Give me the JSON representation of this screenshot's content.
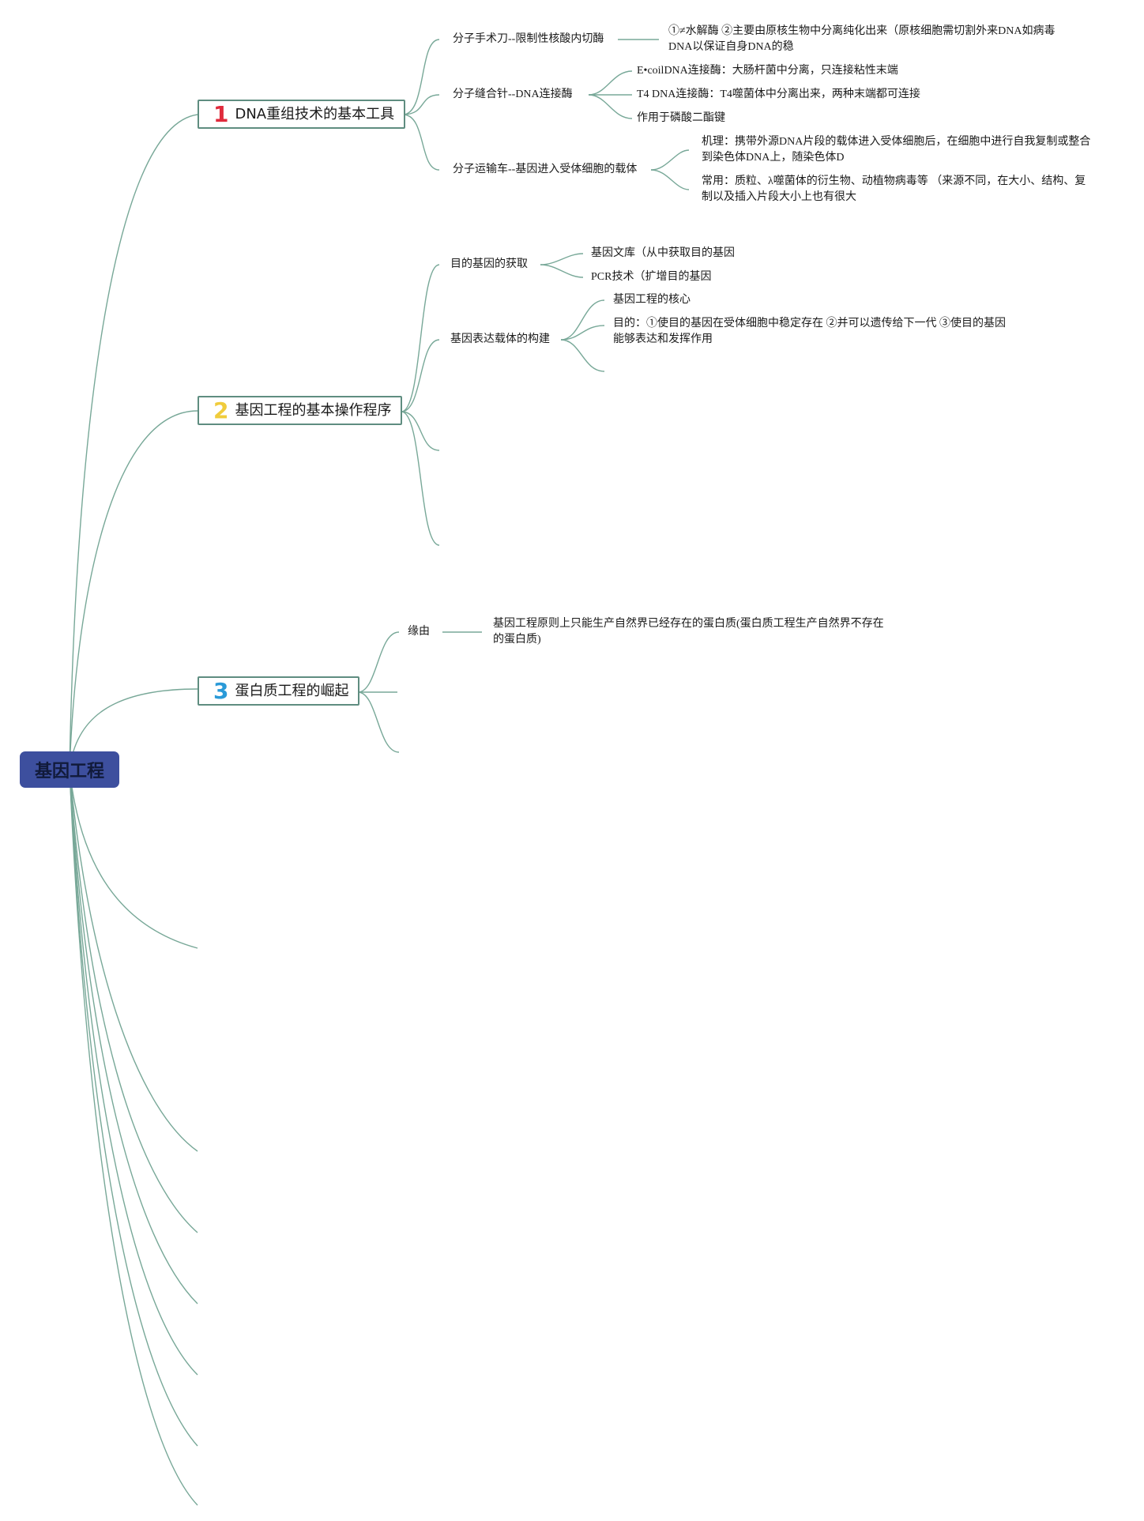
{
  "root": {
    "label": "基因工程"
  },
  "branch1": {
    "number": "1",
    "number_color": "#e02b3c",
    "label": "DNA重组技术的基本工具",
    "scissors": {
      "label": "分子手术刀--限制性核酸内切酶",
      "note": "①≠水解酶 ②主要由原核生物中分离纯化出来（原核细胞需切割外来DNA如病毒DNA以保证自身DNA的稳"
    },
    "ligase": {
      "label": "分子缝合针--DNA连接酶",
      "items": [
        "E•coilDNA连接酶：大肠杆菌中分离，只连接粘性末端",
        "T4 DNA连接酶：T4噬菌体中分离出来，两种末端都可连接",
        "作用于磷酸二酯键"
      ]
    },
    "vector": {
      "label": "分子运输车--基因进入受体细胞的载体",
      "items": [
        "机理：携带外源DNA片段的载体进入受体细胞后，在细胞中进行自我复制或整合到染色体DNA上，随染色体D",
        "常用：质粒、λ噬菌体的衍生物、动植物病毒等 （来源不同，在大小、结构、复制以及插入片段大小上也有很大"
      ]
    }
  },
  "branch2": {
    "number": "2",
    "number_color": "#f0cc3c",
    "label": "基因工程的基本操作程序",
    "acquire": {
      "label": "目的基因的获取",
      "items": [
        "基因文库（从中获取目的基因",
        "PCR技术（扩增目的基因"
      ]
    },
    "construct": {
      "label": "基因表达载体的构建",
      "items": [
        "基因工程的核心",
        "目的：①使目的基因在受体细胞中稳定存在 ②并可以遗传给下一代 ③使目的基因能够表达和发挥作用"
      ]
    }
  },
  "branch3": {
    "number": "3",
    "number_color": "#2a9ad8",
    "label": "蛋白质工程的崛起",
    "reason": {
      "label": "缘由",
      "note": "基因工程原则上只能生产自然界已经存在的蛋白质(蛋白质工程生产自然界不存在的蛋白质)"
    }
  },
  "colors": {
    "root_fill": "#3d4f9e",
    "link_stroke": "#78a898",
    "box_border": "#5f8d80"
  }
}
